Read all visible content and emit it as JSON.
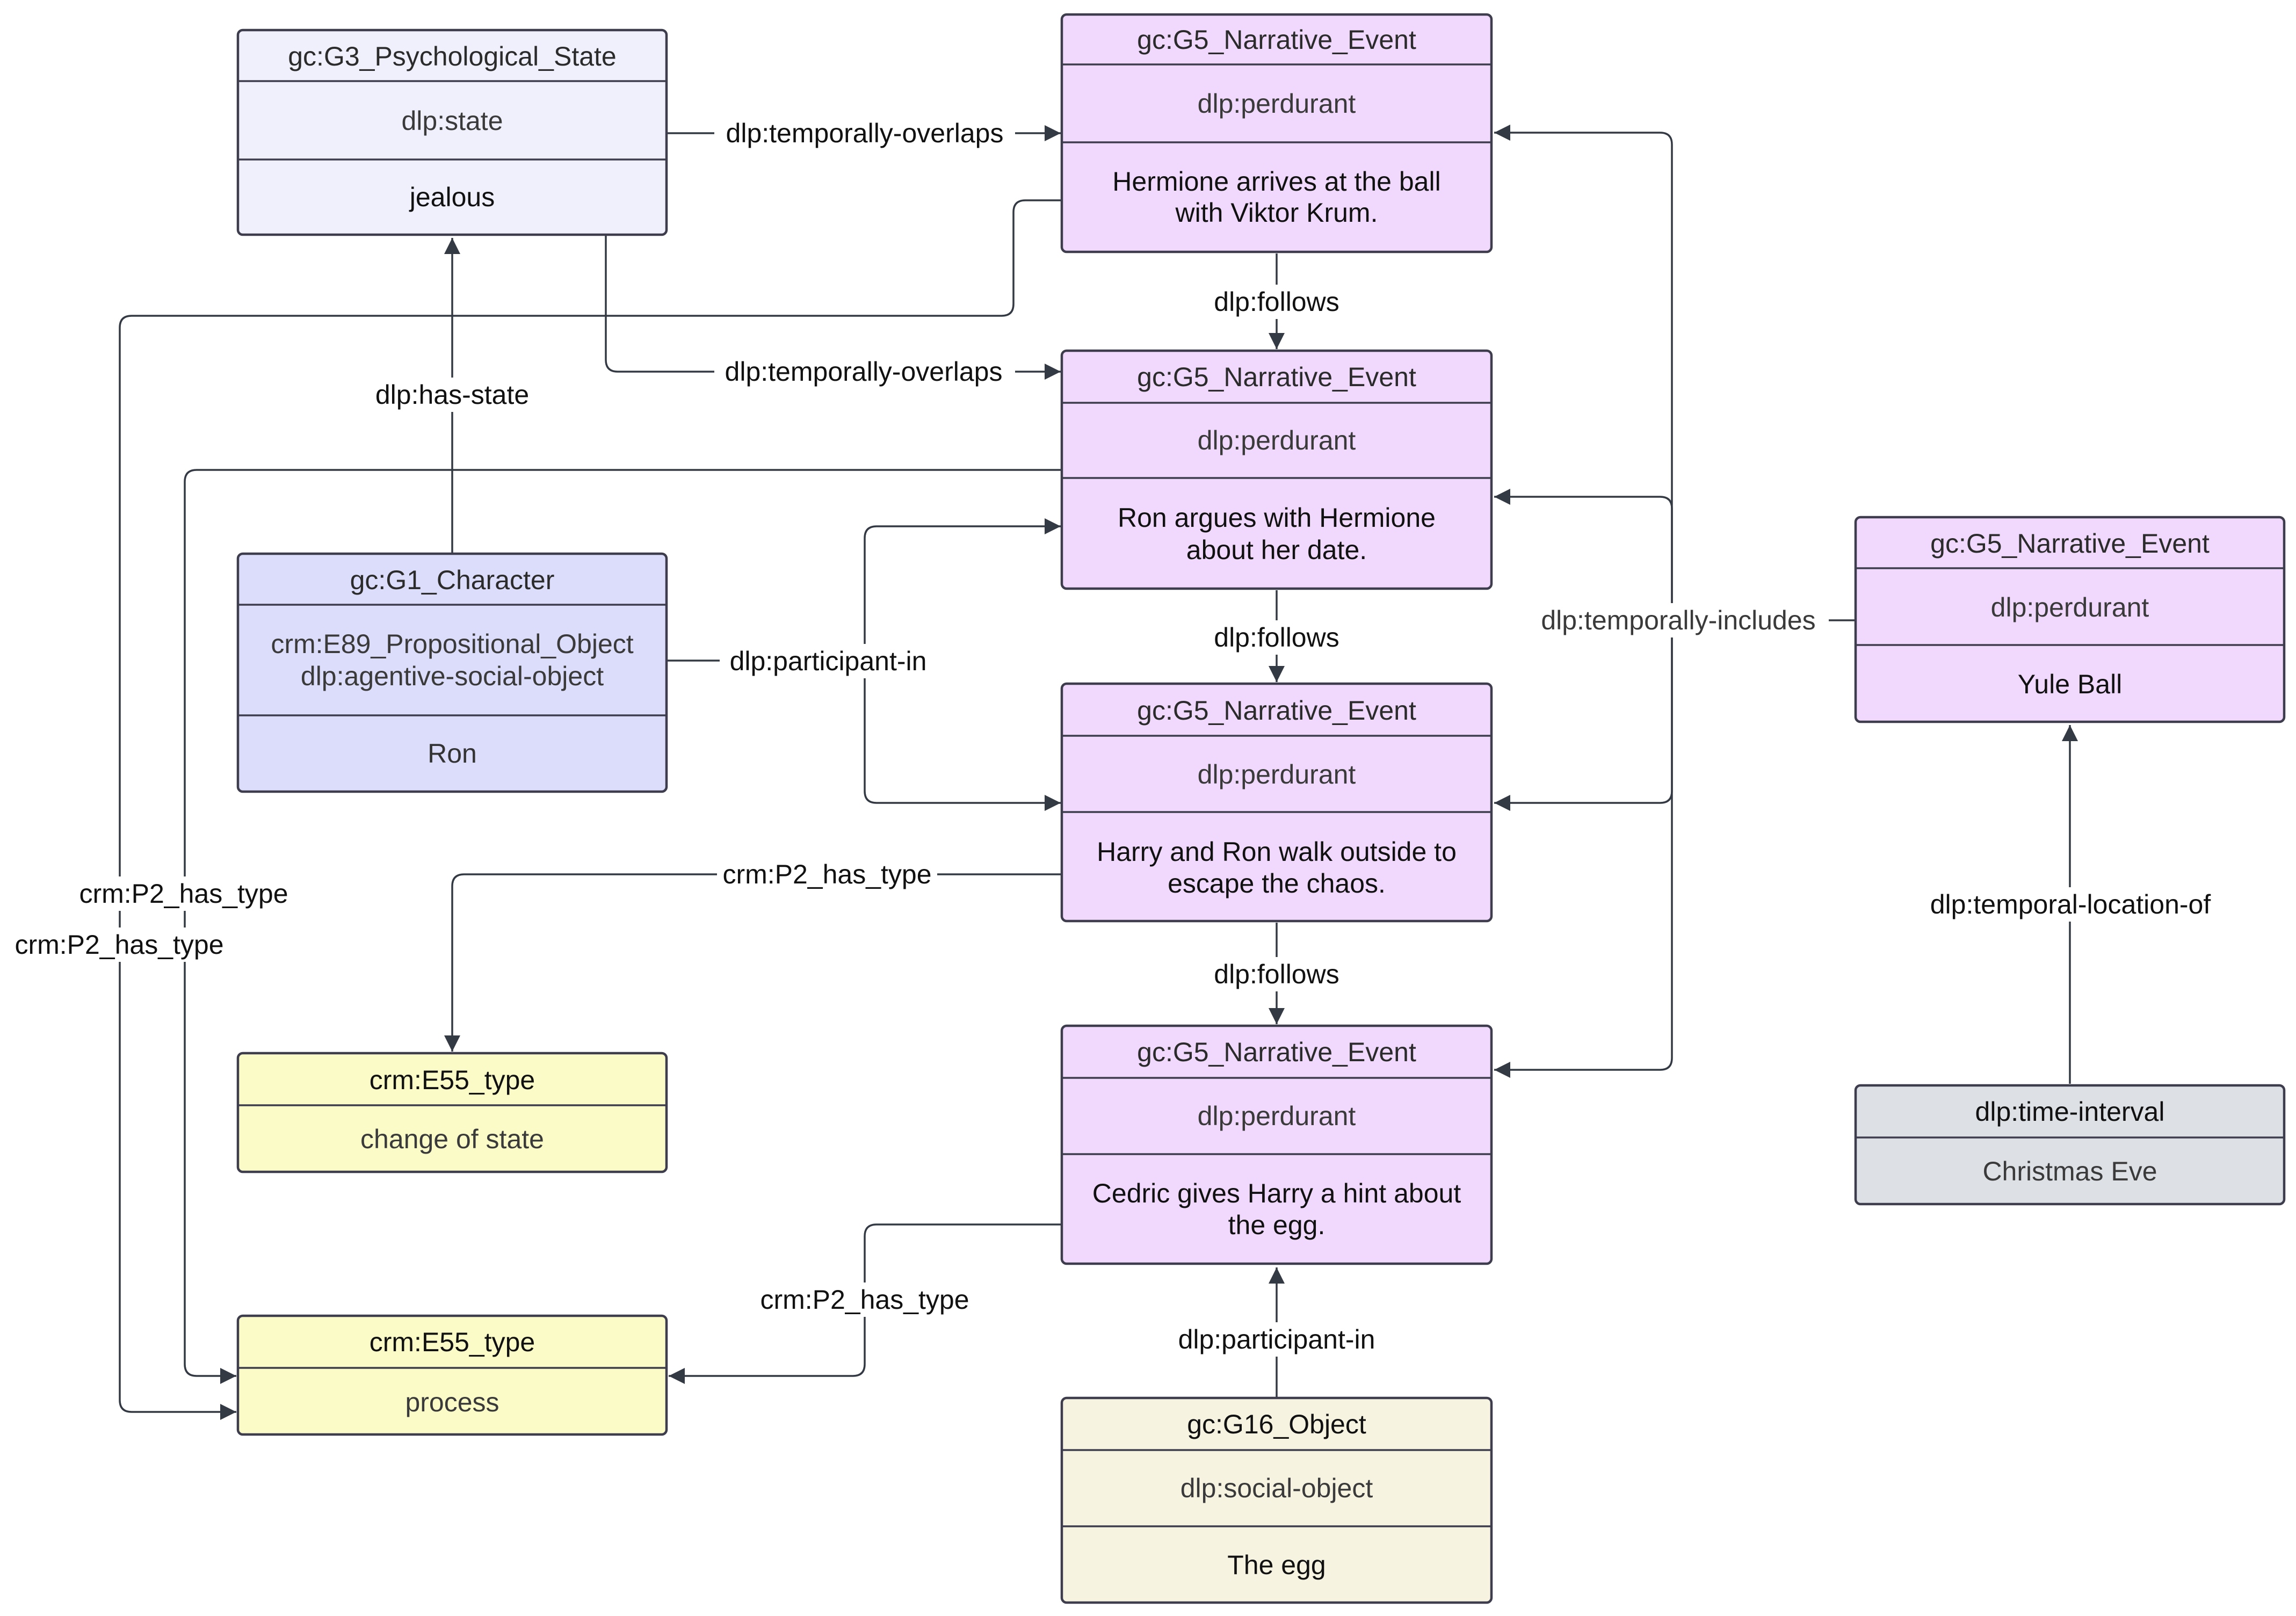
{
  "colors": {
    "state_fill": "#f0f0fd",
    "character_fill": "#dcdcfb",
    "event_fill": "#f1d9fd",
    "type_fill": "#fbfbc8",
    "object_fill": "#f6f3e1",
    "time_fill": "#dde1e6",
    "edge": "#333a44"
  },
  "nodes": {
    "psych_state": {
      "title": "gc:G3_Psychological_State",
      "sub": "dlp:state",
      "text": "jealous"
    },
    "event_arrives": {
      "title": "gc:G5_Narrative_Event",
      "sub": "dlp:perdurant",
      "text_line1": "Hermione arrives at the ball",
      "text_line2": "with Viktor Krum."
    },
    "event_argues": {
      "title": "gc:G5_Narrative_Event",
      "sub": "dlp:perdurant",
      "text_line1": "Ron argues with Hermione",
      "text_line2": "about her date."
    },
    "character_ron": {
      "title": "gc:G1_Character",
      "sub_line1": "crm:E89_Propositional_Object",
      "sub_line2": "dlp:agentive-social-object",
      "text": "Ron"
    },
    "event_walk": {
      "title": "gc:G5_Narrative_Event",
      "sub": "dlp:perdurant",
      "text_line1": "Harry and Ron walk outside to",
      "text_line2": "escape the chaos."
    },
    "event_hint": {
      "title": "gc:G5_Narrative_Event",
      "sub": "dlp:perdurant",
      "text_line1": "Cedric gives Harry a hint about",
      "text_line2": "the egg."
    },
    "yule_ball": {
      "title": "gc:G5_Narrative_Event",
      "sub": "dlp:perdurant",
      "text": "Yule Ball"
    },
    "type_change": {
      "title": "crm:E55_type",
      "text": "change of state"
    },
    "type_process": {
      "title": "crm:E55_type",
      "text": "process"
    },
    "object_egg": {
      "title": "gc:G16_Object",
      "sub": "dlp:social-object",
      "text": "The egg"
    },
    "time_interval": {
      "title": "dlp:time-interval",
      "text": "Christmas Eve"
    }
  },
  "edges": {
    "overlaps_1": "dlp:temporally-overlaps",
    "overlaps_2": "dlp:temporally-overlaps",
    "follows_1": "dlp:follows",
    "follows_2": "dlp:follows",
    "follows_3": "dlp:follows",
    "has_state": "dlp:has-state",
    "participant_ron": "dlp:participant-in",
    "temporally_includes": "dlp:temporally-includes",
    "has_type_walk": "crm:P2_has_type",
    "has_type_argues": "crm:P2_has_type",
    "has_type_arrives": "crm:P2_has_type",
    "has_type_hint": "crm:P2_has_type",
    "participant_egg": "dlp:participant-in",
    "temporal_location": "dlp:temporal-location-of"
  }
}
